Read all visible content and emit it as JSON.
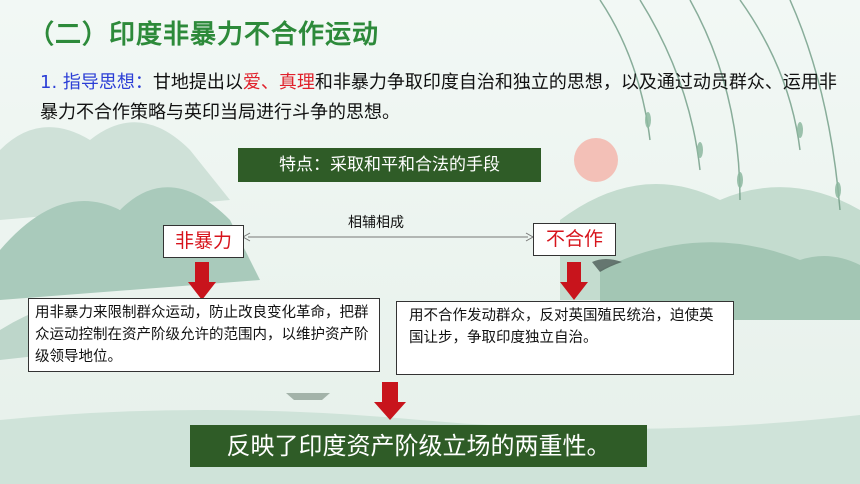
{
  "title": "（二）印度非暴力不合作运动",
  "principle": {
    "label": "1. 指导思想：",
    "text1": "甘地提出以",
    "love": "爱",
    "sep": "、",
    "truth": "真理",
    "text2": "和非暴力争取印度自治和独立的思想，以及通过动员群众、运用非暴力不合作策略与英印当局进行斗争的思想。"
  },
  "feature": "特点：采取和平和合法的手段",
  "mutual": "相辅相成",
  "left_tag": "非暴力",
  "right_tag": "不合作",
  "left_desc": "用非暴力来限制群众运动，防止改良变化革命，把群众运动控制在资产阶级允许的范围内，以维护资产阶级领导地位。",
  "right_desc": "用不合作发动群众，反对英国殖民统治，迫使英国让步，争取印度独立自治。",
  "conclusion": "反映了印度资产阶级立场的两重性。",
  "colors": {
    "title_green": "#2d8a3a",
    "box_green": "#2f5c27",
    "arrow_red": "#c8141c",
    "blue": "#2c3fd6",
    "red": "#e0202a"
  }
}
